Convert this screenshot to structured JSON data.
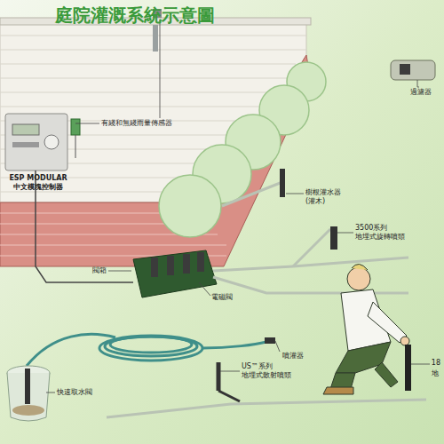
{
  "diagram": {
    "title": "庭院灌溉系統示意圖",
    "labels": [
      "有綫和無綫雨量傳感器",
      "ESP MODULAR 中文模塊控制器",
      "過濾器",
      "樹根灌水器 (灌木)",
      "3500系列 地埋式旋轉噴頭",
      "閥箱",
      "電磁閥",
      "噴灌器",
      "快速取水閥",
      "US™系列 地埋式散射噴頭",
      "18",
      "地"
    ]
  }
}
